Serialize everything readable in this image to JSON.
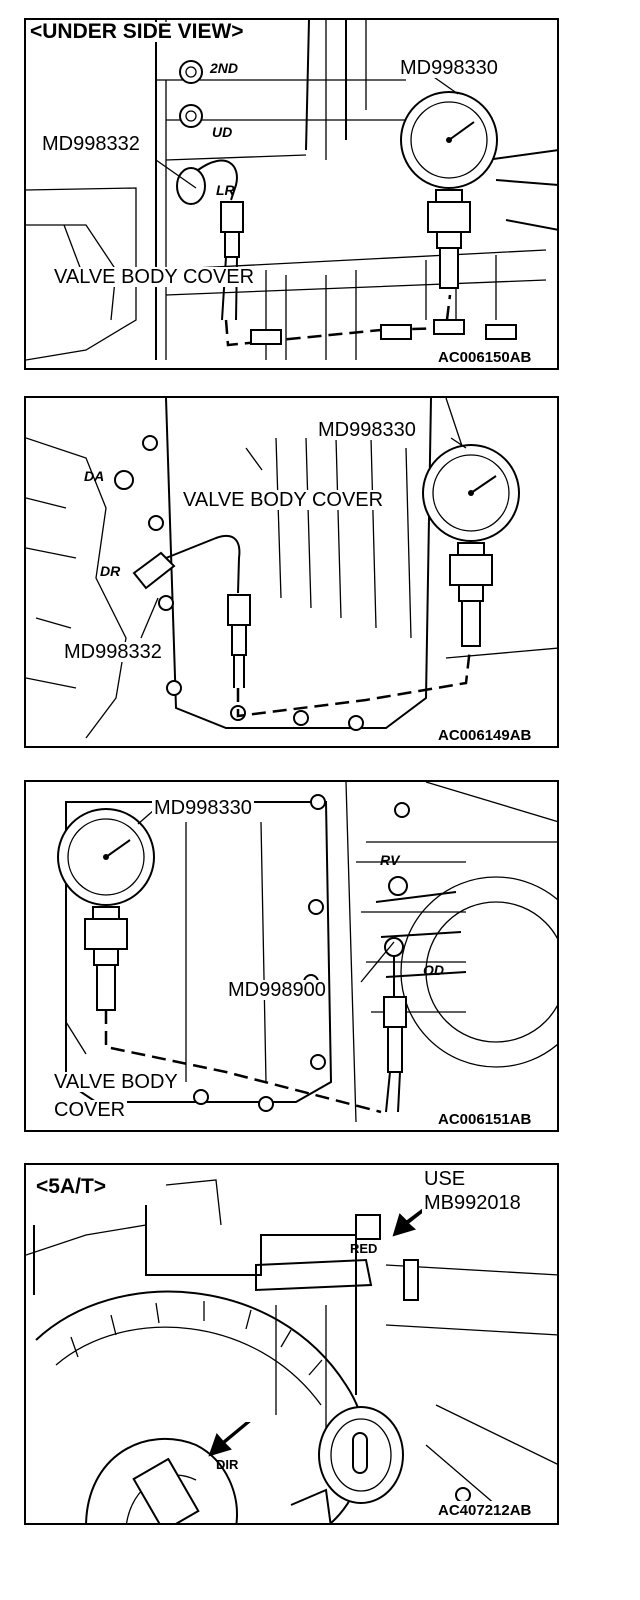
{
  "panels": [
    {
      "view_label": "<UNDER SIDE VIEW>",
      "gauge_tool": "MD998330",
      "adapter_tool": "MD998332",
      "cover_label": "VALVE BODY COVER",
      "port_tags": [
        "2ND",
        "UD",
        "LR"
      ],
      "figure_code": "AC006150AB"
    },
    {
      "gauge_tool": "MD998330",
      "cover_label": "VALVE BODY COVER",
      "adapter_tool": "MD998332",
      "port_tags": [
        "DA",
        "DR"
      ],
      "figure_code": "AC006149AB"
    },
    {
      "gauge_tool": "MD998330",
      "adapter_tool": "MD998900",
      "cover_label_line1": "VALVE BODY",
      "cover_label_line2": "COVER",
      "port_tags": [
        "RV",
        "OD"
      ],
      "figure_code": "AC006151AB"
    },
    {
      "view_label": "<5A/T>",
      "use_line1": "USE",
      "use_line2": "MB992018",
      "port_tags": [
        "RED",
        "DIR"
      ],
      "figure_code": "AC407212AB"
    }
  ]
}
